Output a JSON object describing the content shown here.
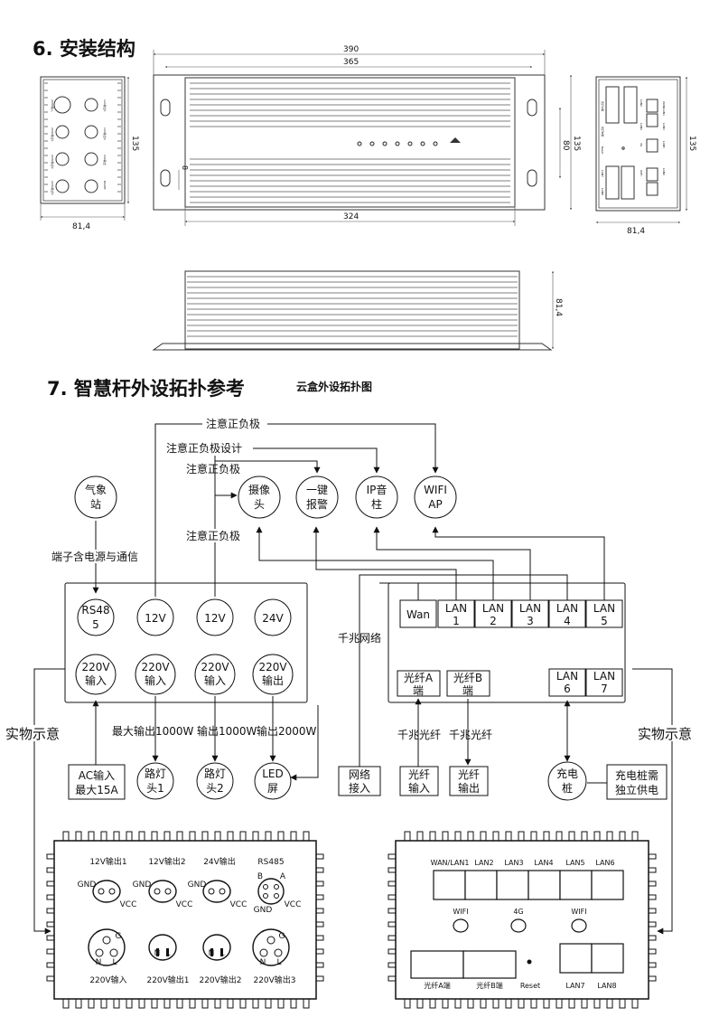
{
  "section6": {
    "title": "6. 安装结构"
  },
  "dims": {
    "total_length": "390",
    "hole_spacing": "365",
    "body_length": "324",
    "height_left": "135",
    "height_right": "135",
    "inner_height": "80",
    "small_dim": "8",
    "width_left": "81,4",
    "width_right": "81,4",
    "bottom_side": "81,4"
  },
  "section7": {
    "title": "7. 智慧杆外设拓扑参考",
    "subtitle": "云盒外设拓扑图"
  },
  "notes": {
    "polarity1": "注意正负极",
    "polarity_design": "注意正负极设计",
    "polarity2": "注意正负极",
    "polarity3": "注意正负极",
    "weather_term": "端子含电源与通信",
    "gigabit_net": "千兆网络",
    "gigabit_fiber1": "千兆光纤",
    "gigabit_fiber2": "千兆光纤",
    "physical_left": "实物示意",
    "physical_right": "实物示意",
    "out1": "最大输出1000W",
    "out2": "输出1000W",
    "out3": "输出2000W"
  },
  "peripherals": {
    "weather": [
      "气象",
      "站"
    ],
    "camera": [
      "摄像",
      "头"
    ],
    "alarm": [
      "一键",
      "报警"
    ],
    "speaker": [
      "IP音",
      "柱"
    ],
    "wifi": [
      "WIFI",
      "AP"
    ]
  },
  "power_ports": {
    "rs485": [
      "RS48",
      "5"
    ],
    "p12a": "12V",
    "p12b": "12V",
    "p24": "24V",
    "in220": [
      "220V",
      "输入"
    ],
    "in220b": [
      "220V",
      "输入"
    ],
    "in220c": [
      "220V",
      "输入"
    ],
    "out220": [
      "220V",
      "输出"
    ]
  },
  "net_ports": {
    "wan": "Wan",
    "lan1": [
      "LAN",
      "1"
    ],
    "lan2": [
      "LAN",
      "2"
    ],
    "lan3": [
      "LAN",
      "3"
    ],
    "lan4": [
      "LAN",
      "4"
    ],
    "lan5": [
      "LAN",
      "5"
    ],
    "fiberA": [
      "光纤A",
      "端"
    ],
    "fiberB": [
      "光纤B",
      "端"
    ],
    "lan6": [
      "LAN",
      "6"
    ],
    "lan7": [
      "LAN",
      "7"
    ]
  },
  "bottom_devices": {
    "ac_in": [
      "AC输入",
      "最大15A"
    ],
    "lamp1": [
      "路灯",
      "头1"
    ],
    "lamp2": [
      "路灯",
      "头2"
    ],
    "led": [
      "LED",
      "屏"
    ],
    "net_in": [
      "网络",
      "接入"
    ],
    "fiber_in": [
      "光纤",
      "输入"
    ],
    "fiber_out": [
      "光纤",
      "输出"
    ],
    "charger": [
      "充电",
      "桩"
    ],
    "charger_note": [
      "充电桩需",
      "独立供电"
    ]
  },
  "left_panel": {
    "top_labels": [
      "12V输出1",
      "12V输出2",
      "24V输出",
      "RS485"
    ],
    "gnd": "GND",
    "vcc": "VCC",
    "rs_b": "B",
    "rs_a": "A",
    "bottom_labels": [
      "220V输入",
      "220V输出1",
      "220V输出2",
      "220V输出3"
    ],
    "n": "N",
    "l": "L",
    "g": "G"
  },
  "right_panel": {
    "top_labels": [
      "WAN/LAN1",
      "LAN2",
      "LAN3",
      "LAN4",
      "LAN5",
      "LAN6"
    ],
    "antennas": [
      "WIFI",
      "4G",
      "WIFI"
    ],
    "bottom_labels": [
      "光纤A端",
      "光纤B端",
      "Reset",
      "LAN7",
      "LAN8"
    ]
  },
  "side_view_labels": {
    "left": [
      "220V输入",
      "220V输出1",
      "220V输出2",
      "220V输出3",
      "12V输出1",
      "12V输出2",
      "24V输出",
      "RS485"
    ],
    "right": [
      "光纤A端",
      "光纤B端",
      "Reset",
      "WAN/LAN1",
      "LAN2",
      "LAN3",
      "LAN4",
      "LAN5",
      "LAN6",
      "LAN7",
      "LAN8",
      "4G",
      "WIFI"
    ]
  }
}
